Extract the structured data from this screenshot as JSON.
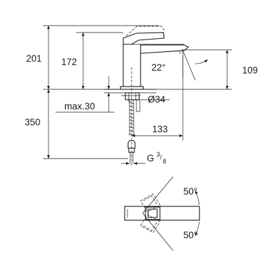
{
  "dimensions": {
    "height_total": "201",
    "height_spout": "172",
    "spout_angle": "22°",
    "spout_height": "109",
    "max_deck": "max.30",
    "hole_diameter": "Ø34",
    "hose_length": "350",
    "reach": "133",
    "connection_thread": "G",
    "connection_fraction_num": "3",
    "connection_fraction_den": "8"
  },
  "lever_angles": {
    "upper": "50°",
    "lower": "50°"
  }
}
